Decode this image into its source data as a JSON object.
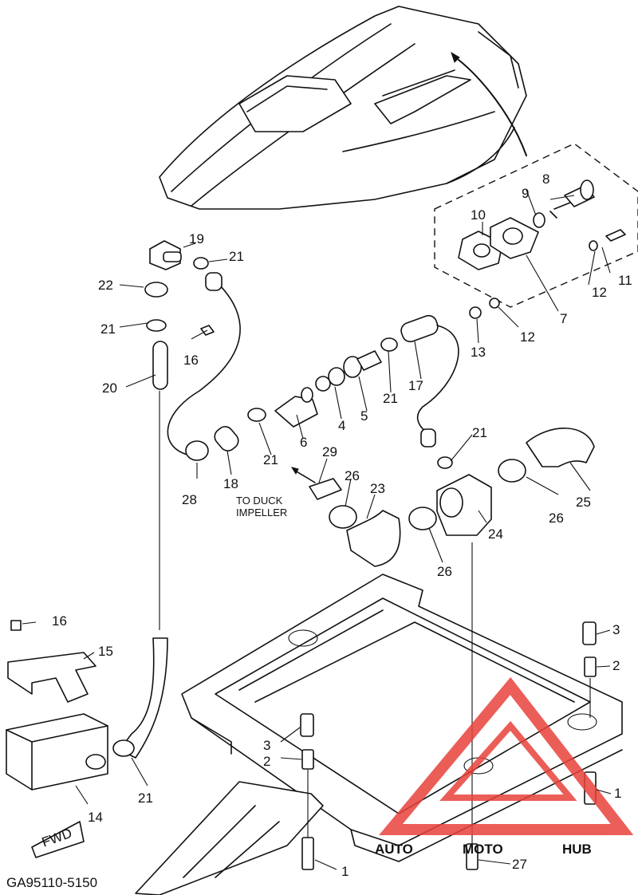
{
  "diagram": {
    "code": "GA95110-5150",
    "note_line1": "TO DUCK",
    "note_line2": "IMPELLER",
    "fwd": "FWD",
    "watermark": {
      "part1": "AUTO",
      "part2": "MOTO",
      "part3": "HUB",
      "color_orange": "#f5a623",
      "color_red": "#e8423c",
      "color_gray": "#8a8a8a"
    },
    "callouts": {
      "c1a": "1",
      "c1b": "1",
      "c2a": "2",
      "c2b": "2",
      "c3a": "3",
      "c3b": "3",
      "c4": "4",
      "c5": "5",
      "c6": "6",
      "c7": "7",
      "c8": "8",
      "c9": "9",
      "c10": "10",
      "c11": "11",
      "c12a": "12",
      "c12b": "12",
      "c13": "13",
      "c14": "14",
      "c15": "15",
      "c16a": "16",
      "c16b": "16",
      "c17": "17",
      "c18": "18",
      "c19": "19",
      "c20": "20",
      "c21a": "21",
      "c21b": "21",
      "c21c": "21",
      "c21d": "21",
      "c21e": "21",
      "c21f": "21",
      "c22": "22",
      "c23": "23",
      "c24": "24",
      "c25": "25",
      "c26a": "26",
      "c26b": "26",
      "c26c": "26",
      "c27": "27",
      "c28": "28",
      "c29": "29"
    }
  }
}
